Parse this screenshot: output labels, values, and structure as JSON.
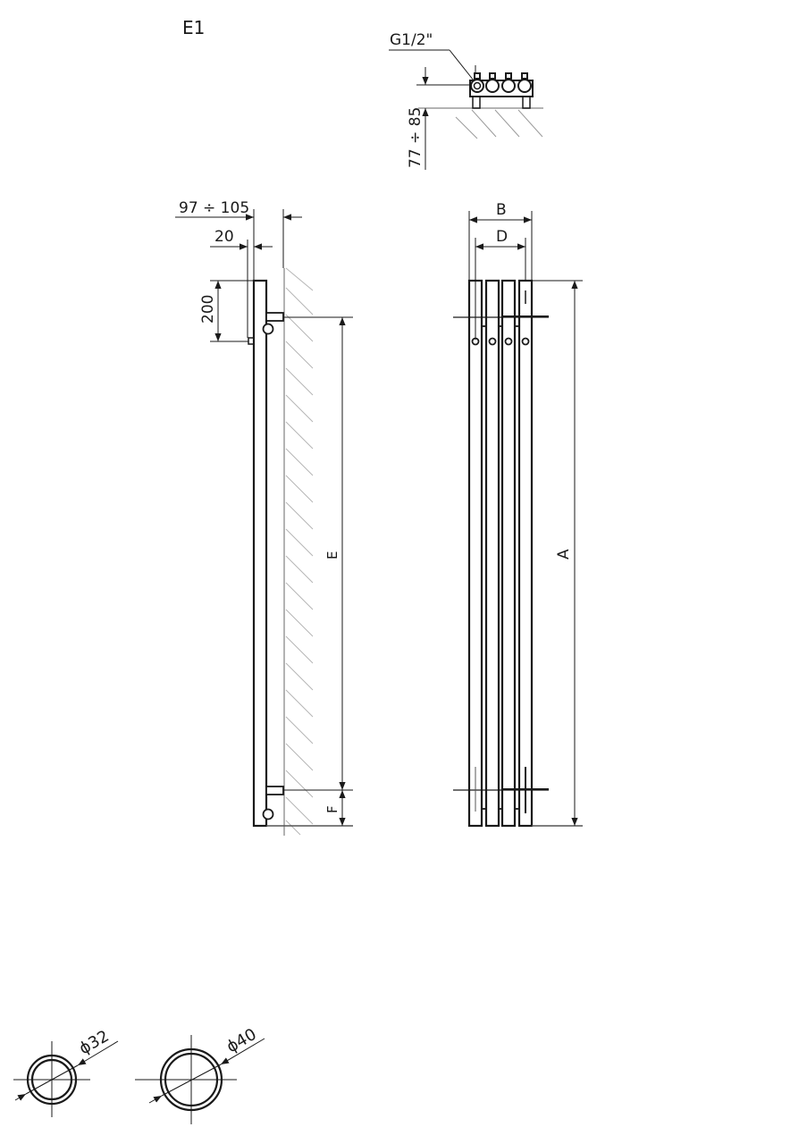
{
  "title": "E1",
  "colors": {
    "line": "#1a1a1a",
    "hatch": "#9a9a9a",
    "background": "#ffffff"
  },
  "top_view": {
    "connection_label": "G1/2\"",
    "distance_label": "77 ÷ 85"
  },
  "side_view": {
    "depth_label": "97 ÷ 105",
    "offset_label": "20",
    "valve_height_label": "200",
    "spacing_label": "E",
    "bottom_label": "F"
  },
  "front_view": {
    "width_label": "B",
    "inner_width_label": "D",
    "height_label": "A"
  },
  "sections": [
    {
      "label": "ϕ32"
    },
    {
      "label": "ϕ40"
    }
  ]
}
